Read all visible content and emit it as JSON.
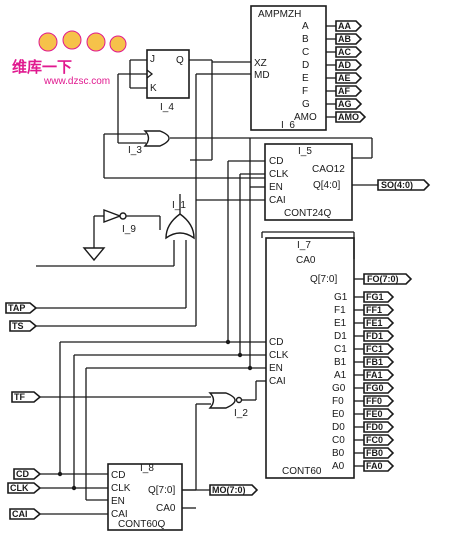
{
  "watermark": {
    "logo_text": "维库一下",
    "url": "www.dzsc.com"
  },
  "components": {
    "ampmzh": {
      "title": "AMPMZH",
      "instance": "I_6",
      "inputs": [
        "XZ",
        "MD"
      ],
      "outputs": [
        "A",
        "B",
        "C",
        "D",
        "E",
        "F",
        "G",
        "AMO"
      ]
    },
    "jk_flipflop": {
      "instance": "I_4",
      "pins": [
        "J",
        "K",
        "Q"
      ]
    },
    "and_gate_3": {
      "instance": "I_3"
    },
    "cont24q": {
      "title": "CONT24Q",
      "instance": "I_5",
      "inputs": [
        "CD",
        "CLK",
        "EN",
        "CAI"
      ],
      "outputs": [
        "CAO12",
        "Q[4:0]"
      ]
    },
    "inverter_9": {
      "instance": "I_9"
    },
    "or_gate_1": {
      "instance": "I_1"
    },
    "cont60": {
      "title": "CONT60",
      "instance": "I_7",
      "inputs": [
        "CD",
        "CLK",
        "EN",
        "CAI"
      ],
      "outputs": [
        "CA0",
        "Q[7:0]",
        "G1",
        "F1",
        "E1",
        "D1",
        "C1",
        "B1",
        "A1",
        "G0",
        "F0",
        "E0",
        "D0",
        "C0",
        "B0",
        "A0"
      ]
    },
    "and_gate_2": {
      "instance": "I_2"
    },
    "cont60q": {
      "title": "CONT60Q",
      "instance": "I_8",
      "inputs": [
        "CD",
        "CLK",
        "EN",
        "CAI"
      ],
      "outputs": [
        "Q[7:0]",
        "CA0"
      ]
    }
  },
  "ports": {
    "amp_outputs": [
      "AA",
      "AB",
      "AC",
      "AD",
      "AE",
      "AF",
      "AG",
      "AMO"
    ],
    "so": "SO(4:0)",
    "fo": "FO(7:0)",
    "f_outputs": [
      "FG1",
      "FF1",
      "FE1",
      "FD1",
      "FC1",
      "FB1",
      "FA1",
      "FG0",
      "FF0",
      "FE0",
      "FD0",
      "FC0",
      "FB0",
      "FA0"
    ],
    "mo": "MO(7:0)",
    "inputs": [
      "TAP",
      "TS",
      "TF",
      "CD",
      "CLK",
      "CAI"
    ]
  }
}
